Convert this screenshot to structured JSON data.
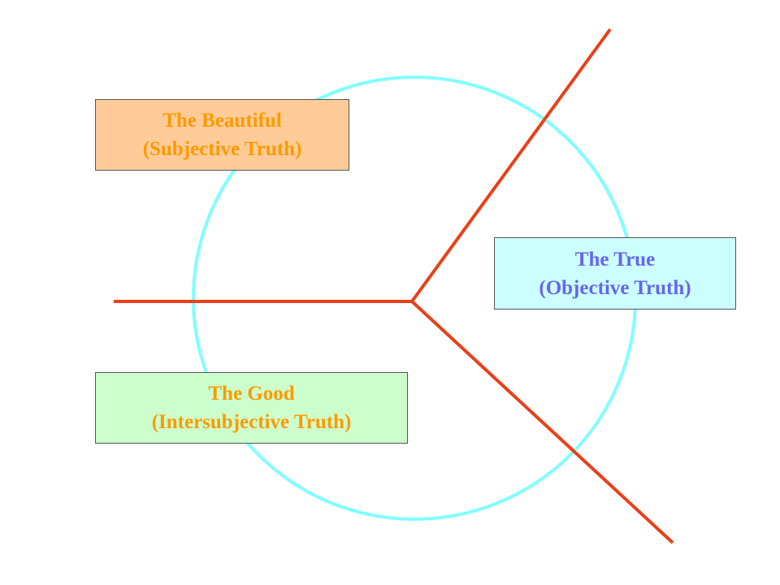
{
  "diagram": {
    "colors": {
      "circle": "#80ffff",
      "axes": "#e8401a"
    },
    "boxes": {
      "beautiful": {
        "title": "The Beautiful",
        "subtitle": "(Subjective Truth)",
        "fill": "#ffcc99",
        "text_color": "#ff9900"
      },
      "true": {
        "title": "The True",
        "subtitle": "(Objective Truth)",
        "fill": "#ccffff",
        "text_color": "#6666ee"
      },
      "good": {
        "title": "The Good",
        "subtitle": "(Intersubjective Truth)",
        "fill": "#ccffcc",
        "text_color": "#ff9900"
      }
    }
  }
}
